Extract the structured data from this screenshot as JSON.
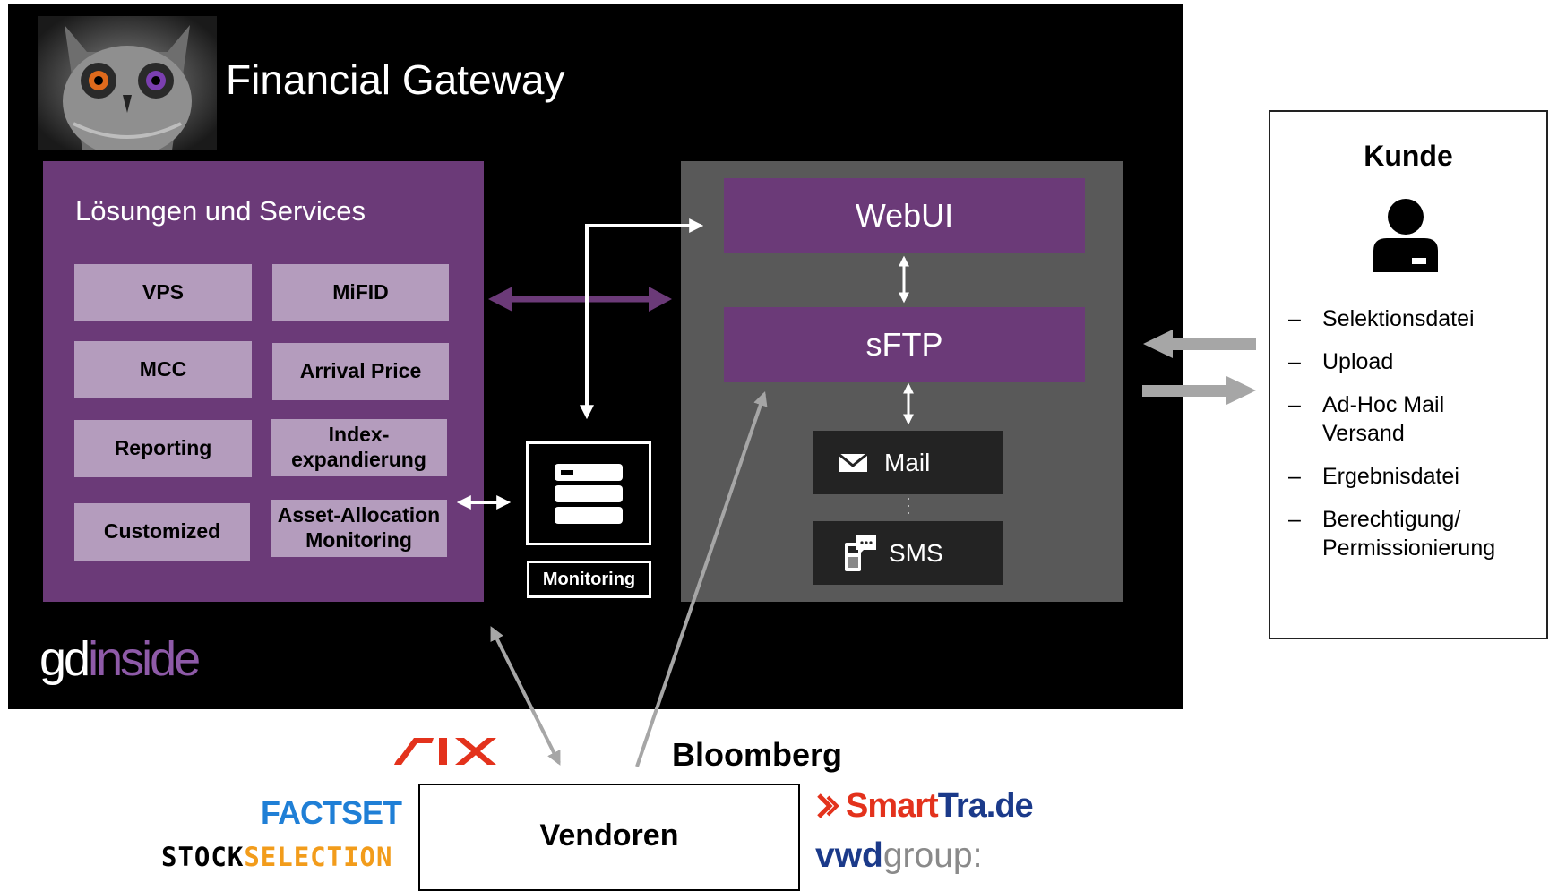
{
  "header": {
    "title": "Financial Gateway"
  },
  "solutions": {
    "label": "Lösungen und Services",
    "services": [
      "VPS",
      "MiFID",
      "MCC",
      "Arrival Price",
      "Reporting",
      "Index-\nexpandierung",
      "Customized",
      "Asset-Allocation\nMonitoring"
    ]
  },
  "components": {
    "webui": "WebUI",
    "sftp": "sFTP",
    "mail": "Mail",
    "sms": "SMS"
  },
  "monitoring": {
    "label": "Monitoring"
  },
  "branding": {
    "gd": "gd",
    "inside": "inside"
  },
  "kunde": {
    "title": "Kunde",
    "bullet": "–",
    "items": [
      "Selektionsdatei",
      "Upload",
      "Ad-Hoc Mail\nVersand",
      "Ergebnisdatei",
      "Berechtigung/\nPermissionierung"
    ]
  },
  "vendors": {
    "box_label": "Vendoren",
    "six": "SIX",
    "bloomberg": "Bloomberg",
    "factset": "FACTSET",
    "stockselection_a": "STOCK",
    "stockselection_b": "SELECTION",
    "smarttrade_a": "Smart",
    "smarttrade_b": "Tra.de",
    "vwd_a": "vwd",
    "vwd_b": "group:"
  },
  "colors": {
    "purple": "#6b3a78",
    "service_fill": "#b49cbd",
    "grey_panel": "#595959",
    "panel": "#000000",
    "arrow_grey": "#a6a6a6"
  }
}
